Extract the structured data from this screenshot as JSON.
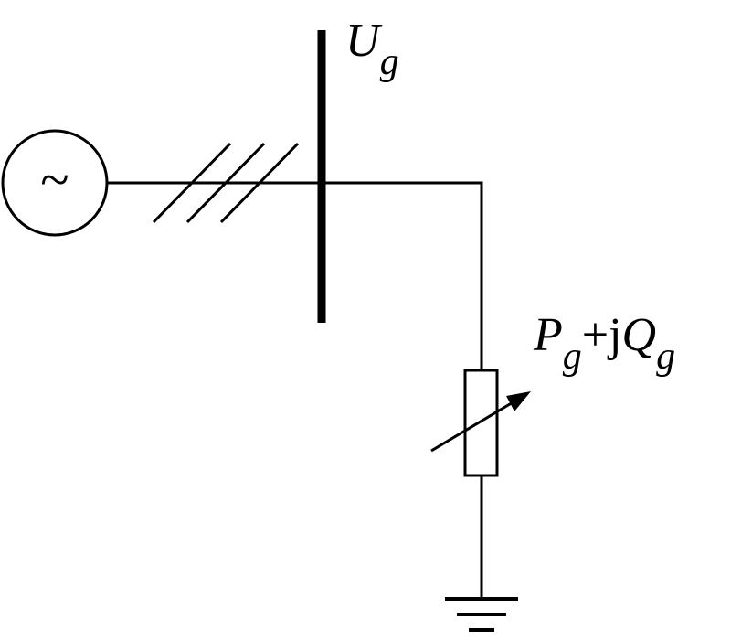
{
  "labels": {
    "bus_voltage": {
      "main": "U",
      "sub": "g"
    },
    "load_power": {
      "p_main": "P",
      "p_sub": "g",
      "op": "+j",
      "q_main": "Q",
      "q_sub": "g"
    }
  },
  "source": {
    "symbol": "~"
  },
  "icons": {
    "source": "ac-source-icon",
    "transformer": "transformer-hatch-icon",
    "busbar": "busbar-icon",
    "load": "variable-resistor-icon",
    "ground": "ground-icon"
  },
  "colors": {
    "stroke": "#000000",
    "background": "#ffffff"
  }
}
